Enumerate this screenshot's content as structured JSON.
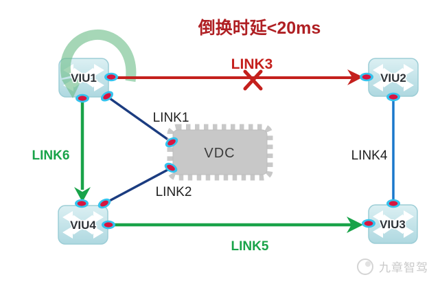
{
  "title": "倒换时延<20ms",
  "nodes": [
    {
      "id": "viu1",
      "label": "VIU1"
    },
    {
      "id": "viu2",
      "label": "VIU2"
    },
    {
      "id": "viu3",
      "label": "VIU3"
    },
    {
      "id": "viu4",
      "label": "VIU4"
    }
  ],
  "chip": {
    "label": "VDC"
  },
  "links": [
    {
      "id": "link1",
      "label": "LINK1",
      "from": "VIU1",
      "to": "VDC",
      "color": "#1b3c80",
      "status": "normal"
    },
    {
      "id": "link2",
      "label": "LINK2",
      "from": "VDC",
      "to": "VIU4",
      "color": "#1b3c80",
      "status": "normal"
    },
    {
      "id": "link3",
      "label": "LINK3",
      "from": "VIU1",
      "to": "VIU2",
      "color": "#c4201d",
      "status": "failed",
      "failure_symbol": "✕"
    },
    {
      "id": "link4",
      "label": "LINK4",
      "from": "VIU2",
      "to": "VIU3",
      "color": "#1b78cc",
      "status": "normal"
    },
    {
      "id": "link5",
      "label": "LINK5",
      "from": "VIU4",
      "to": "VIU3",
      "color": "#19a349",
      "status": "switchover-path"
    },
    {
      "id": "link6",
      "label": "LINK6",
      "from": "VIU1",
      "to": "VIU4",
      "color": "#19a349",
      "status": "switchover-path"
    }
  ],
  "watermark": {
    "text": "九章智驾"
  },
  "colors": {
    "title_red": "#af1f23",
    "failed_link_red": "#c4201d",
    "navy_link": "#1b3c80",
    "blue_link": "#1b78cc",
    "green_link": "#19a349",
    "node_fill": "#bfe1e6",
    "node_border": "#9ccdd6",
    "chip_gray": "#c8c8c8",
    "port_ring_cyan": "#35c3ee",
    "port_core_red": "#d8153f",
    "rotate_arrow_green": "#8fcf9e",
    "watermark_gray": "#c9c9c9"
  }
}
